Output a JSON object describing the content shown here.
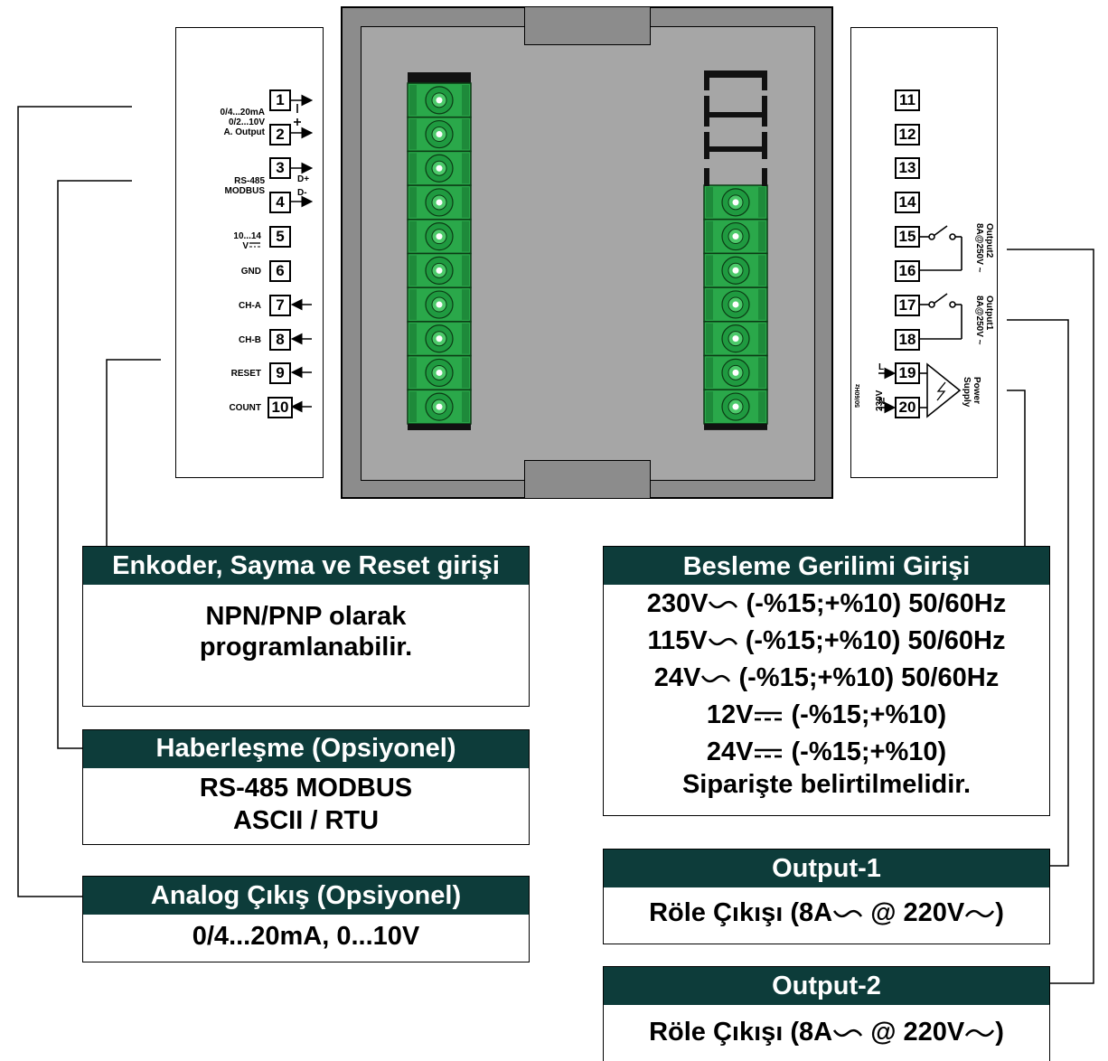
{
  "left_panel": {
    "terminals": [
      {
        "num": "1"
      },
      {
        "num": "2"
      },
      {
        "num": "3"
      },
      {
        "num": "4"
      },
      {
        "num": "5"
      },
      {
        "num": "6"
      },
      {
        "num": "7"
      },
      {
        "num": "8"
      },
      {
        "num": "9"
      },
      {
        "num": "10"
      }
    ],
    "labels": {
      "analog_out_l1": "0/4...20mA",
      "analog_out_l2": "0/2...10V",
      "analog_out_l3": "A. Output",
      "rs485_l1": "RS-485",
      "rs485_l2": "MODBUS",
      "d_plus": "D+",
      "d_minus": "D-",
      "supply_l1": "10...14",
      "supply_l2": "V",
      "gnd": "GND",
      "ch_a": "CH-A",
      "ch_b": "CH-B",
      "reset": "RESET",
      "count": "COUNT"
    }
  },
  "right_panel": {
    "terminals": [
      {
        "num": "11"
      },
      {
        "num": "12"
      },
      {
        "num": "13"
      },
      {
        "num": "14"
      },
      {
        "num": "15"
      },
      {
        "num": "16"
      },
      {
        "num": "17"
      },
      {
        "num": "18"
      },
      {
        "num": "19"
      },
      {
        "num": "20"
      }
    ],
    "labels": {
      "output2_name": "Output2",
      "output2_rating": "8A@250V",
      "output1_name": "Output1",
      "output1_rating": "8A@250V",
      "power_l1": "Power",
      "power_l2": "Supply",
      "l": "L",
      "n": "N",
      "voltage": "230V",
      "freq": "50/60Hz"
    }
  },
  "boxes": {
    "encoder": {
      "title": "Enkoder, Sayma ve Reset girişi",
      "line1": "NPN/PNP olarak",
      "line2": "programlanabilir."
    },
    "comm": {
      "title": "Haberleşme (Opsiyonel)",
      "line1": "RS-485 MODBUS",
      "line2": "ASCII / RTU"
    },
    "analog": {
      "title": "Analog Çıkış (Opsiyonel)",
      "line1": "0/4...20mA, 0...10V"
    },
    "supply": {
      "title": "Besleme Gerilimi Girişi",
      "lines": [
        {
          "v": "230V",
          "kind": "ac",
          "rest": "(-%15;+%10) 50/60Hz"
        },
        {
          "v": "115V",
          "kind": "ac",
          "rest": "(-%15;+%10) 50/60Hz"
        },
        {
          "v": "24V",
          "kind": "ac",
          "rest": "(-%15;+%10) 50/60Hz"
        },
        {
          "v": "12V",
          "kind": "dc",
          "rest": "(-%15;+%10)"
        },
        {
          "v": "24V",
          "kind": "dc",
          "rest": "(-%15;+%10)"
        }
      ],
      "note": "Siparişte belirtilmelidir."
    },
    "output1": {
      "title": "Output-1",
      "a": "Röle Çıkışı (8A",
      "b": "@ 220V",
      "c": ")"
    },
    "output2": {
      "title": "Output-2",
      "a": "Röle Çıkışı (8A",
      "b": "@ 220V",
      "c": ")"
    }
  },
  "colors": {
    "header_bg": "#0d3c3a",
    "connector_green": "#2aa84a",
    "housing_outer": "#8c8c8c",
    "housing_inner": "#a6a6a6"
  }
}
